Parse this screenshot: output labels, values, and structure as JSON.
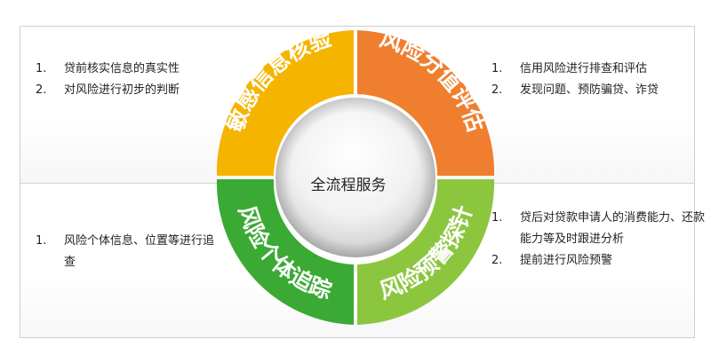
{
  "center": {
    "label": "全流程服务"
  },
  "quadrants": {
    "top_left": {
      "title": "敏感信息核验",
      "color": "#f5b400"
    },
    "top_right": {
      "title": "风险分值评估",
      "color": "#ef7f2e"
    },
    "bottom_left": {
      "title": "风险个体追踪",
      "color": "#3aaa35"
    },
    "bottom_right": {
      "title": "风险预警探针",
      "color": "#8cc63f"
    }
  },
  "notes": {
    "top_left": [
      {
        "num": "1.",
        "text": "贷前核实信息的真实性"
      },
      {
        "num": "2.",
        "text": "对风险进行初步的判断"
      }
    ],
    "top_right": [
      {
        "num": "1.",
        "text": "信用风险进行排查和评估"
      },
      {
        "num": "2.",
        "text": "发现问题、预防骗贷、诈贷"
      }
    ],
    "bottom_left": [
      {
        "num": "1.",
        "text": "风险个体信息、位置等进行追查"
      }
    ],
    "bottom_right": [
      {
        "num": "1.",
        "text": "贷后对贷款申请人的消费能力、还款能力等及时跟进分析"
      },
      {
        "num": "2.",
        "text": "提前进行风险预警"
      }
    ]
  }
}
